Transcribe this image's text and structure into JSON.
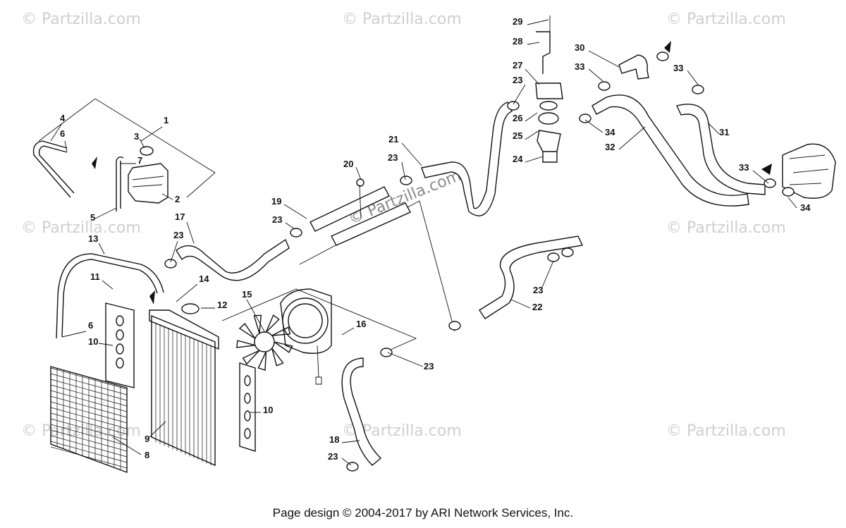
{
  "watermarks": {
    "brand": "© Partzilla.com",
    "center": "© Partzilla.com"
  },
  "callouts": [
    {
      "id": "c1",
      "label": "1"
    },
    {
      "id": "c2",
      "label": "2"
    },
    {
      "id": "c3",
      "label": "3"
    },
    {
      "id": "c4",
      "label": "4"
    },
    {
      "id": "c5",
      "label": "5"
    },
    {
      "id": "c6a",
      "label": "6"
    },
    {
      "id": "c6b",
      "label": "6"
    },
    {
      "id": "c7",
      "label": "7"
    },
    {
      "id": "c8",
      "label": "8"
    },
    {
      "id": "c9",
      "label": "9"
    },
    {
      "id": "c10a",
      "label": "10"
    },
    {
      "id": "c10b",
      "label": "10"
    },
    {
      "id": "c11",
      "label": "11"
    },
    {
      "id": "c12",
      "label": "12"
    },
    {
      "id": "c13",
      "label": "13"
    },
    {
      "id": "c14",
      "label": "14"
    },
    {
      "id": "c15",
      "label": "15"
    },
    {
      "id": "c16",
      "label": "16"
    },
    {
      "id": "c17",
      "label": "17"
    },
    {
      "id": "c18",
      "label": "18"
    },
    {
      "id": "c19",
      "label": "19"
    },
    {
      "id": "c20",
      "label": "20"
    },
    {
      "id": "c21",
      "label": "21"
    },
    {
      "id": "c22",
      "label": "22"
    },
    {
      "id": "c23a",
      "label": "23"
    },
    {
      "id": "c23b",
      "label": "23"
    },
    {
      "id": "c23c",
      "label": "23"
    },
    {
      "id": "c23d",
      "label": "23"
    },
    {
      "id": "c23e",
      "label": "23"
    },
    {
      "id": "c23f",
      "label": "23"
    },
    {
      "id": "c23g",
      "label": "23"
    },
    {
      "id": "c24",
      "label": "24"
    },
    {
      "id": "c25",
      "label": "25"
    },
    {
      "id": "c26",
      "label": "26"
    },
    {
      "id": "c27",
      "label": "27"
    },
    {
      "id": "c28",
      "label": "28"
    },
    {
      "id": "c29",
      "label": "29"
    },
    {
      "id": "c30",
      "label": "30"
    },
    {
      "id": "c31",
      "label": "31"
    },
    {
      "id": "c32",
      "label": "32"
    },
    {
      "id": "c33a",
      "label": "33"
    },
    {
      "id": "c33b",
      "label": "33"
    },
    {
      "id": "c33c",
      "label": "33"
    },
    {
      "id": "c34a",
      "label": "34"
    },
    {
      "id": "c34b",
      "label": "34"
    }
  ],
  "footer": {
    "text": "Page design © 2004-2017 by ARI Network Services, Inc."
  }
}
